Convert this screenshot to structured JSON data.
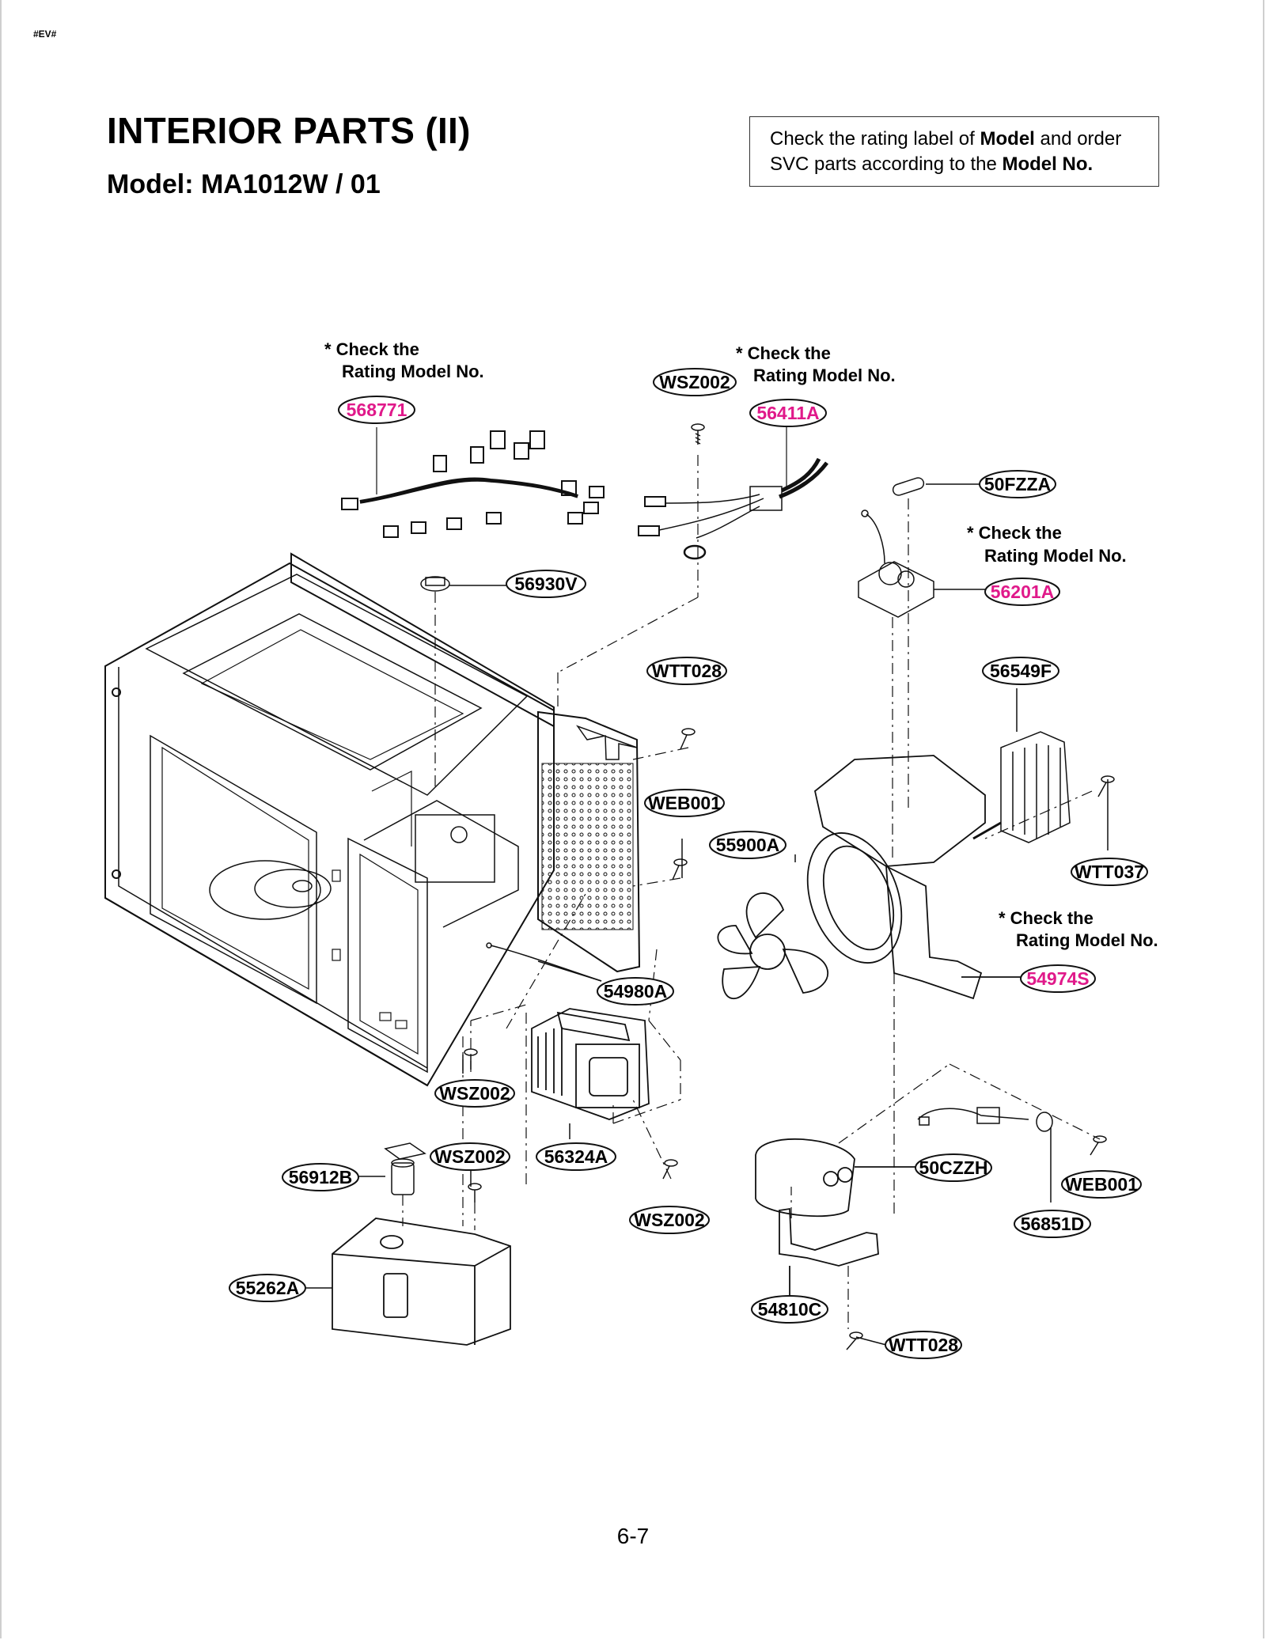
{
  "header": {
    "tag": "#EV#",
    "title": "INTERIOR PARTS (II)",
    "subtitle": "Model: MA1012W / 01"
  },
  "notice": {
    "line1_prefix": "Check the rating label of ",
    "line1_bold": "Model",
    "line1_suffix": " and order",
    "line2_prefix": "SVC parts according to the ",
    "line2_bold": "Model No."
  },
  "check_note": {
    "line1": "* Check the",
    "line2": "Rating Model No."
  },
  "colors": {
    "model_specific_part": "#e0198a",
    "standard_part": "#000000",
    "line_art": "#111111"
  },
  "callouts": {
    "p568771": "568771",
    "p56411A": "56411A",
    "wsz002_top": "WSZ002",
    "p50FZZA": "50FZZA",
    "p56201A": "56201A",
    "p56930V": "56930V",
    "wtt028_mid": "WTT028",
    "p56549F": "56549F",
    "web001_mid": "WEB001",
    "p55900A": "55900A",
    "wtt037": "WTT037",
    "p54974S": "54974S",
    "p54980A": "54980A",
    "wsz002_left": "WSZ002",
    "p56912B": "56912B",
    "wsz002_lower": "WSZ002",
    "p56324A": "56324A",
    "wsz002_right": "WSZ002",
    "p55262A": "55262A",
    "p50CZZH": "50CZZH",
    "web001_right": "WEB001",
    "p56851D": "56851D",
    "p54810C": "54810C",
    "wtt028_bottom": "WTT028"
  },
  "page_number": "6-7"
}
